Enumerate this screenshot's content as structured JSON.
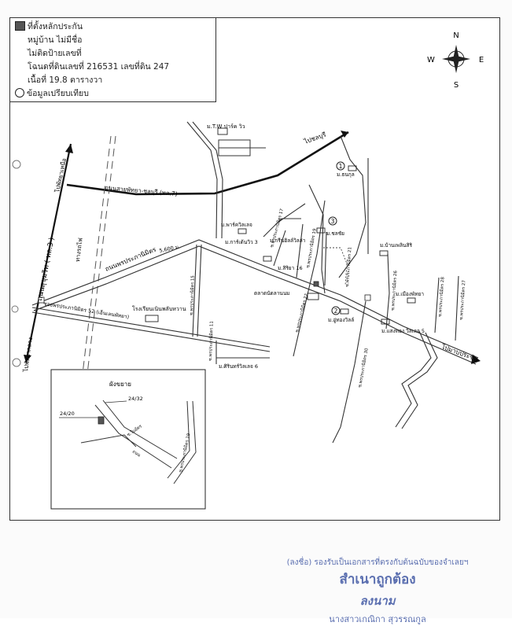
{
  "legend": {
    "items": [
      {
        "symbol": "square",
        "text": "ที่ตั้งหลักประกัน"
      },
      {
        "symbol": "none",
        "text": "หมู่บ้าน ไม่มีชื่อ"
      },
      {
        "symbol": "none",
        "text": "ไม่ติดป้ายเลขที่"
      },
      {
        "symbol": "none",
        "text": "โฉนดที่ดินเลขที่ 216531 เลขที่ดิน 247"
      },
      {
        "symbol": "none",
        "text": "เนื้อที่ 19.8 ตารางวา"
      },
      {
        "symbol": "circle",
        "text": "ข้อมูลเปรียบเทียบ"
      }
    ]
  },
  "compass": {
    "n": "N",
    "s": "S",
    "e": "E",
    "w": "W"
  },
  "roads": {
    "sukhumvit": "ถนนสุขุมวิท ( ทล.3 )",
    "pattaya_chonburi": "ถนนสายพัทยา-ชลบุรี (ทล.7)",
    "phonprapha": "ถนนพรประภานิมิตร",
    "soi52": "ซอยพรประภานิมิตร 52 (เอ็นเลนพัทยา)",
    "railway": "ทางรถไฟ",
    "soi15": "ซ.พรประภานิมิตร 15",
    "soi17": "ซ.พรประภานิมิตร 17",
    "soi19": "ซ.พรประภานิมิตร 19",
    "soi21": "ซ.พรประภานิมิตร 21",
    "soi22": "ซ.พรประภานิมิตร 22",
    "soi26": "ซ.พรประภานิมิตร 26",
    "soi27": "ซ.พรประภานิมิตร 27",
    "soi30": "ซ.พรประภานิมิตร 30",
    "soi28": "ซ.พรประภานิมิตร 28",
    "soi11": "ซ.พรประภานิมิตร 11"
  },
  "directions": {
    "to_chonburi": "ไปชลบุรี",
    "to_north_pattaya": "ไปพัทยาเหนือ",
    "to_central_pattaya": "ไปพัทยากลาง",
    "to_map_prachan": "ไปมาบประชัน"
  },
  "places": {
    "tw_park": "ม.T.W ปาร์ค วิว",
    "pattaya_hills": "ม.พาร์ควิลเลจ",
    "garden_home": "ม.การ์เด้นวิว 3",
    "green_house": "ม.กรีนฮิลล์วิลล่า",
    "siriya": "ม.สิริยา 16",
    "market": "ตลาดนัดลานนม",
    "school": "โรงเรียนเนินพลับหวาน",
    "sirin": "ม.ศิรินทร์วิลเลจ 6",
    "thanakul": "ม.ธนกุล",
    "chalermchai": "ม.ชลชัย",
    "baan_plern": "ม.บ้านเพลินสิริ",
    "muang_pattaya": "ม.เมืองพัทยา",
    "saeng_thong": "ม.แสงทอง วิลเลจ 5",
    "u_thong": "ม.อู่ทองวิลล์"
  },
  "distance": "5,600 ม.",
  "markers": {
    "m1": "1",
    "m2": "2",
    "m3": "3"
  },
  "inset": {
    "title": "ผังขยาย",
    "label_a": "24/32",
    "label_b": "24/20",
    "road_a": "ซ.ใบอัตร",
    "road_b": "ซ.พรประภานิมิตร 19",
    "road_c": "ถนน"
  },
  "stamp": {
    "line1": "(ลงชื่อ) รองรับเป็นเอกสารที่ตรงกับต้นฉบับของจำเลยฯ",
    "line2": "สำเนาถูกต้อง",
    "sign": "ลงนาม",
    "name": "นางสาวเกณิกา สุวรรณกูล"
  }
}
